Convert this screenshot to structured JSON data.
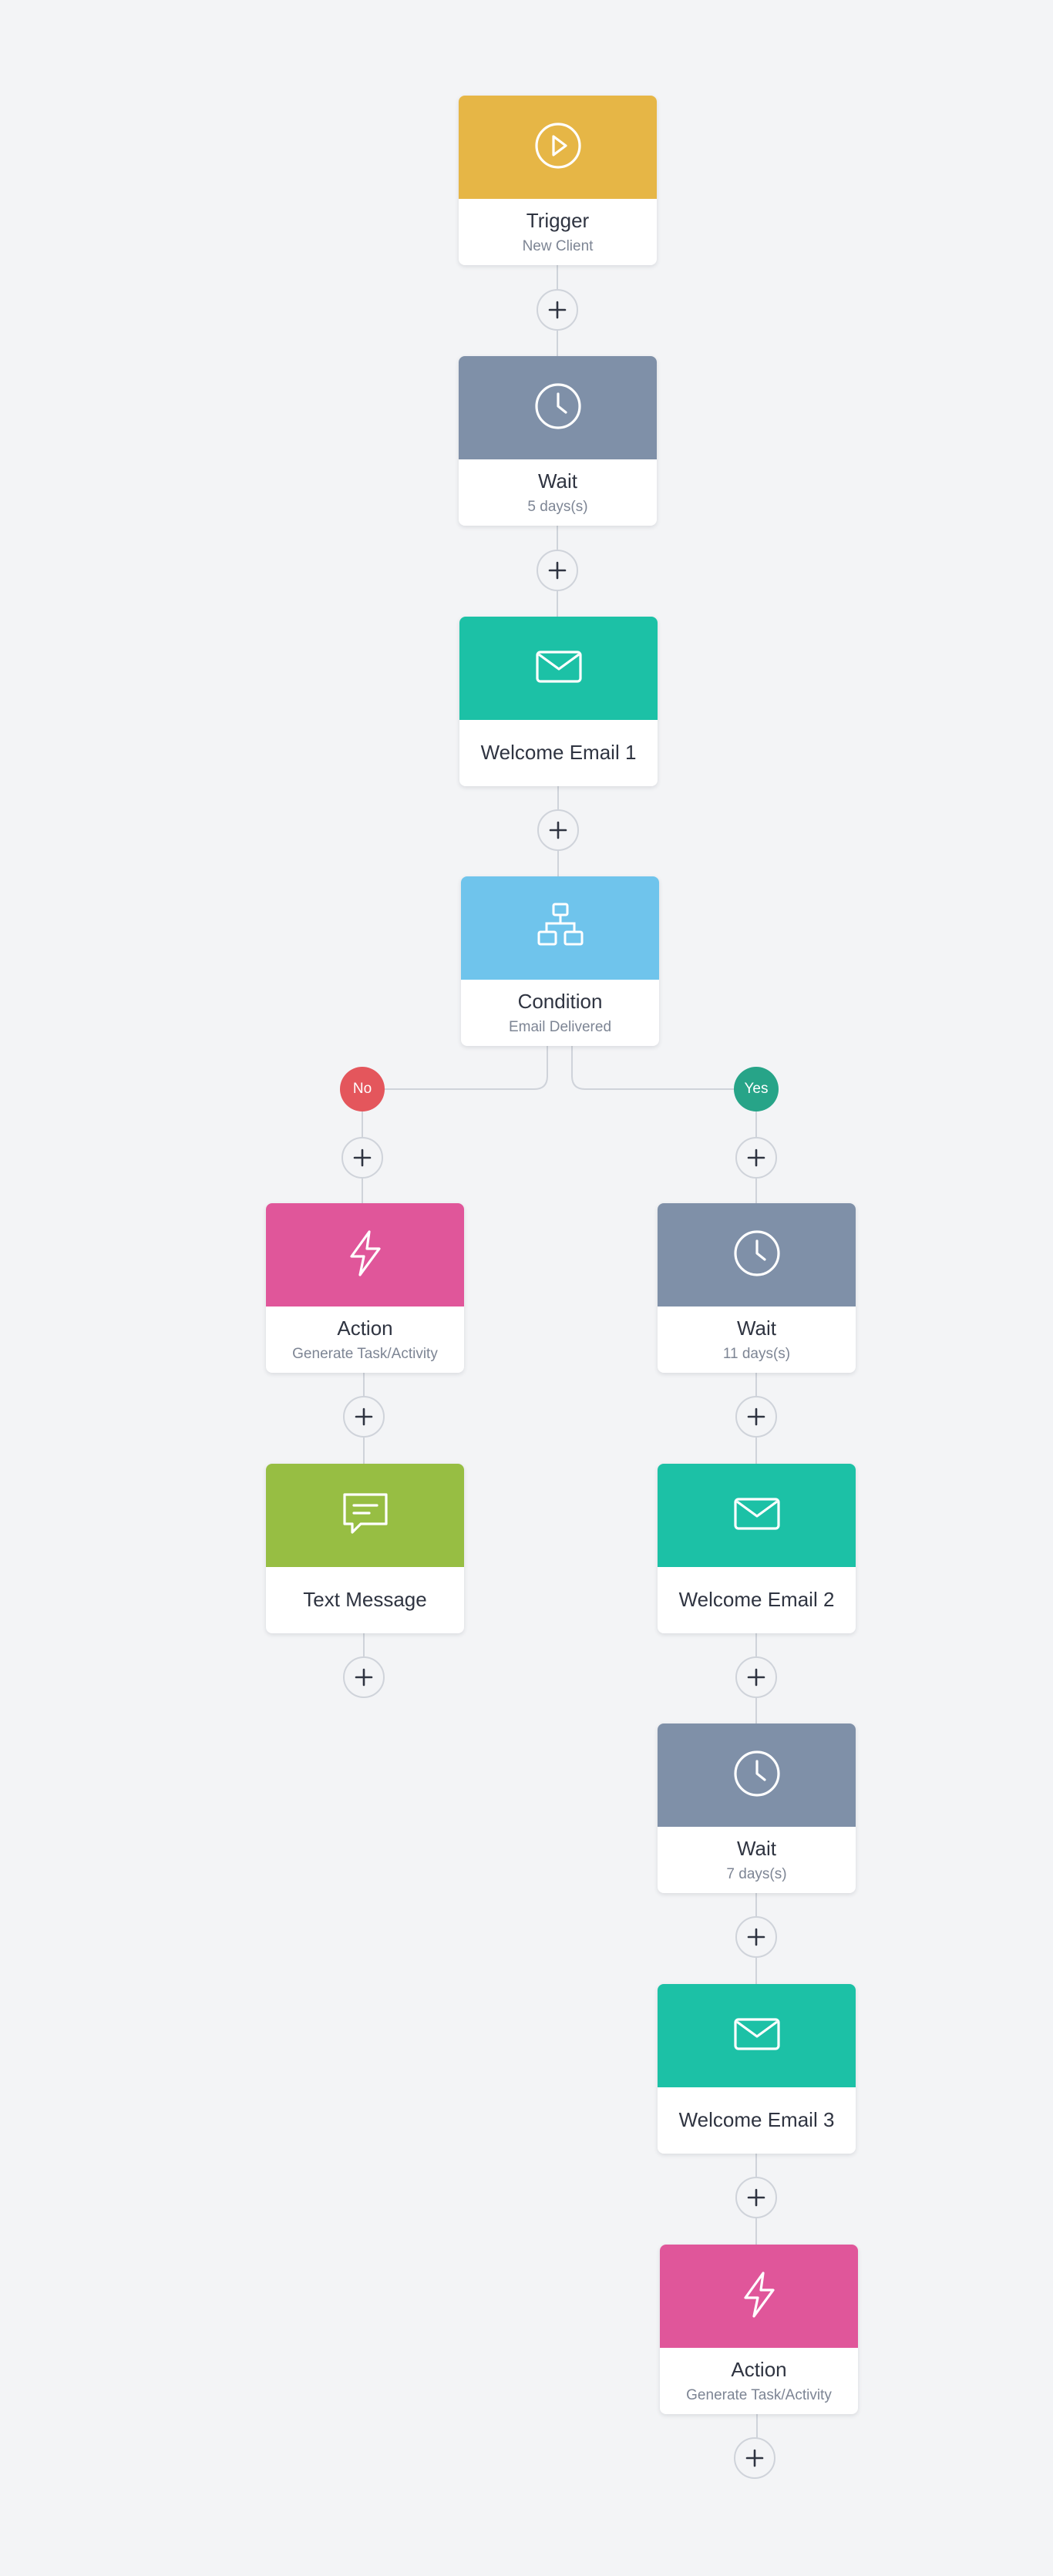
{
  "colors": {
    "trigger": "#e6b646",
    "wait": "#7f90a8",
    "email": "#1cc1a6",
    "condition": "#6fc4ec",
    "action": "#e0569a",
    "text_message": "#97be43",
    "no": "#e4565c",
    "yes": "#27a488",
    "connector": "#cfd3da"
  },
  "nodes": [
    {
      "id": "trigger",
      "title": "Trigger",
      "subtitle": "New Client",
      "icon": "play-icon",
      "color": "trigger"
    },
    {
      "id": "wait-1",
      "title": "Wait",
      "subtitle": "5 days(s)",
      "icon": "clock-icon",
      "color": "wait"
    },
    {
      "id": "welcome-email-1",
      "title": "Welcome Email 1",
      "subtitle": "",
      "icon": "envelope-icon",
      "color": "email"
    },
    {
      "id": "condition",
      "title": "Condition",
      "subtitle": "Email Delivered",
      "icon": "sitemap-icon",
      "color": "condition"
    },
    {
      "id": "action-no",
      "title": "Action",
      "subtitle": "Generate Task/Activity",
      "icon": "lightning-icon",
      "color": "action"
    },
    {
      "id": "text-message",
      "title": "Text Message",
      "subtitle": "",
      "icon": "chat-icon",
      "color": "text_message"
    },
    {
      "id": "wait-2",
      "title": "Wait",
      "subtitle": "11 days(s)",
      "icon": "clock-icon",
      "color": "wait"
    },
    {
      "id": "welcome-email-2",
      "title": "Welcome Email 2",
      "subtitle": "",
      "icon": "envelope-icon",
      "color": "email"
    },
    {
      "id": "wait-3",
      "title": "Wait",
      "subtitle": "7 days(s)",
      "icon": "clock-icon",
      "color": "wait"
    },
    {
      "id": "welcome-email-3",
      "title": "Welcome Email 3",
      "subtitle": "",
      "icon": "envelope-icon",
      "color": "email"
    },
    {
      "id": "action-yes",
      "title": "Action",
      "subtitle": "Generate Task/Activity",
      "icon": "lightning-icon",
      "color": "action"
    }
  ],
  "branches": {
    "no_label": "No",
    "yes_label": "Yes"
  },
  "add_step": {
    "icon": "plus-icon"
  }
}
